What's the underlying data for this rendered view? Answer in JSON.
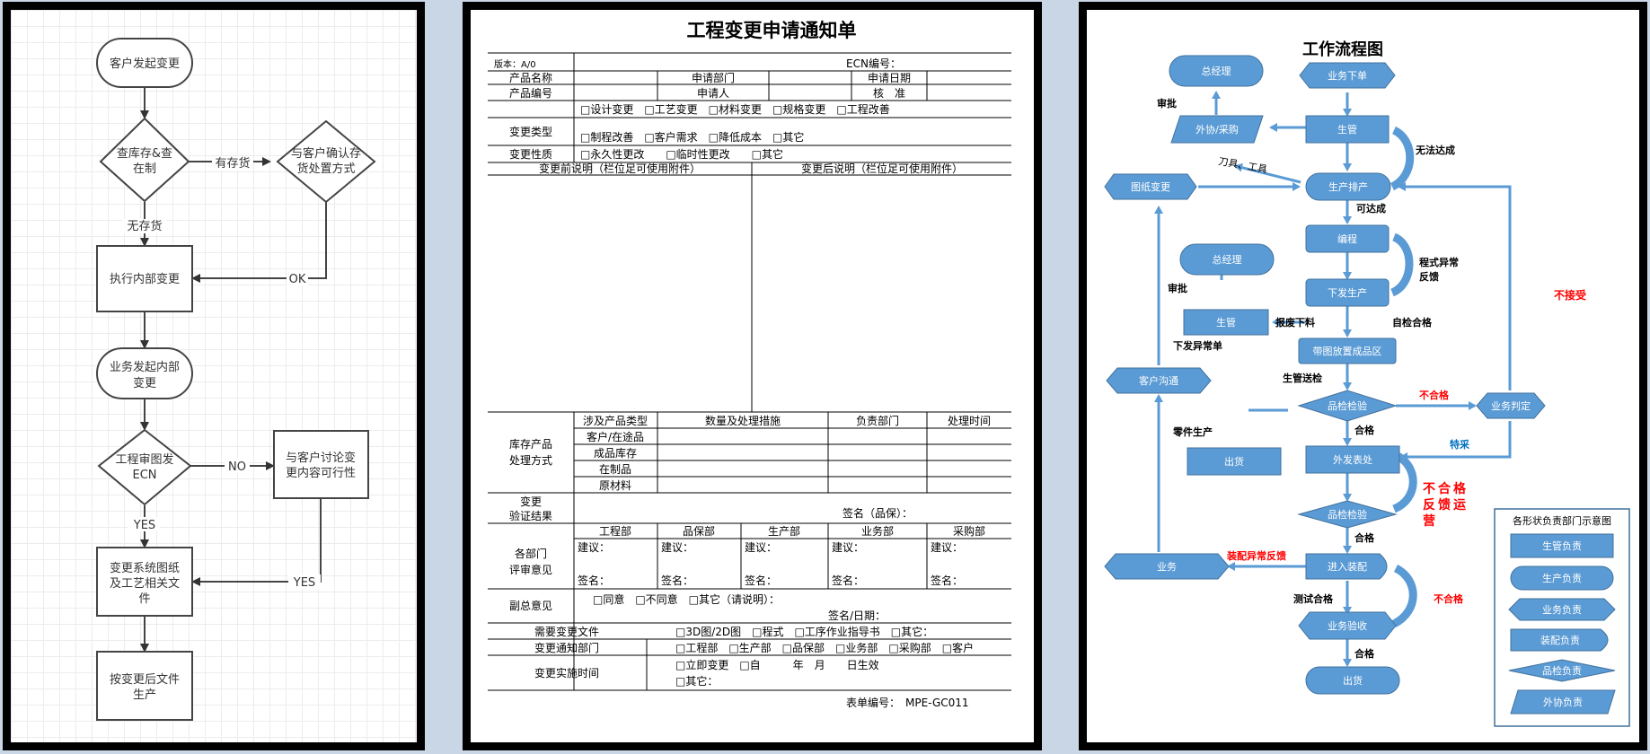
{
  "flow1": {
    "nodes": [
      "客户发起变更",
      "查库存&查",
      "在制",
      "与客户确认存",
      "货处置方式",
      "执行内部变更",
      "业务发起内部",
      "变更",
      "工程审图发",
      "ECN",
      "与客户讨论变",
      "更内容可行性",
      "变更系统图纸",
      "及工艺相关文",
      "件",
      "按变更后文件",
      "生产"
    ],
    "edge_labels": [
      "有存货",
      "无存货",
      "OK",
      "NO",
      "YES",
      "YES"
    ]
  },
  "form": {
    "title": "工程变更申请通知单",
    "version": "版本：A/0",
    "ecn_no": "ECN编号：",
    "product_name": "产品名称",
    "apply_dept": "申请部门",
    "apply_date": "申请日期",
    "product_no": "产品编号",
    "applicant": "申请人",
    "approve": "核　准",
    "change_type": "变更类型",
    "type_opts1": "□设计变更　□工艺变更　□材料变更　□规格变更　□工程改善",
    "type_opts2": "□制程改善　□客户需求　□降低成本　□其它",
    "change_nature": "变更性质",
    "nature_opts": "□永久性更改　　□临时性更改　　□其它",
    "before_desc": "变更前说明（栏位足可使用附件）",
    "after_desc": "变更后说明（栏位足可使用附件）",
    "stock_label1": "库存产品",
    "stock_label2": "处理方式",
    "stock_cols": [
      "涉及产品类型",
      "数量及处理措施",
      "负责部门",
      "处理时间"
    ],
    "stock_rows": [
      "客户/在途品",
      "成品库存",
      "在制品",
      "原材料"
    ],
    "verify1": "变更",
    "verify2": "验证结果",
    "sign_qa": "签名（品保）：",
    "dept_label1": "各部门",
    "dept_label2": "评审意见",
    "depts": [
      "工程部",
      "品保部",
      "生产部",
      "业务部",
      "采购部"
    ],
    "advice": "建议：",
    "sign": "签名：",
    "vp_label": "副总意见",
    "vp_opts": "□同意　□不同意　□其它（请说明）：",
    "sign_date": "签名/日期：",
    "files_label": "需要变更文件",
    "files_opts": "□3D图/2D图　□程式　□工序作业指导书　□其它：",
    "notify_label": "变更通知部门",
    "notify_opts": "□工程部　□生产部　□品保部　□业务部　□采购部　□客户",
    "time_label": "变更实施时间",
    "time_opts1": "□立即变更　□自　　　年　月　　日生效",
    "time_opts2": "□其它：",
    "form_no": "表单编号：　MPE-GC011"
  },
  "flow2": {
    "title": "工作流程图",
    "nodes": [
      "总经理",
      "业务下单",
      "外协/采购",
      "生管",
      "图纸变更",
      "生产排产",
      "编程",
      "总经理",
      "下发生产",
      "生管",
      "带图放置成品区",
      "客户沟通",
      "品检检验",
      "业务判定",
      "出货",
      "外发表处",
      "品检检验",
      "业务",
      "进入装配",
      "业务验收",
      "出货"
    ],
    "labels": [
      "审批",
      "刀具、工具",
      "无法达成",
      "可达成",
      "程式异常",
      "反馈",
      "审批",
      "报废下料",
      "自检合格",
      "下发异常单",
      "生管送检",
      "不合格",
      "不接受",
      "零件生产",
      "合格",
      "特采",
      "不合格",
      "反馈运",
      "营",
      "合格",
      "装配异常反馈",
      "测试合格",
      "不合格",
      "合格"
    ],
    "legend": {
      "title": "各形状负责部门示意图",
      "items": [
        "生管负责",
        "生产负责",
        "业务负责",
        "装配负责",
        "品检负责",
        "外协负责"
      ]
    }
  },
  "colors": {
    "node_fill": "#5b9bd5",
    "node_stroke": "#41719c",
    "accent_red": "#ff0000",
    "accent_blue": "#0070c0"
  }
}
